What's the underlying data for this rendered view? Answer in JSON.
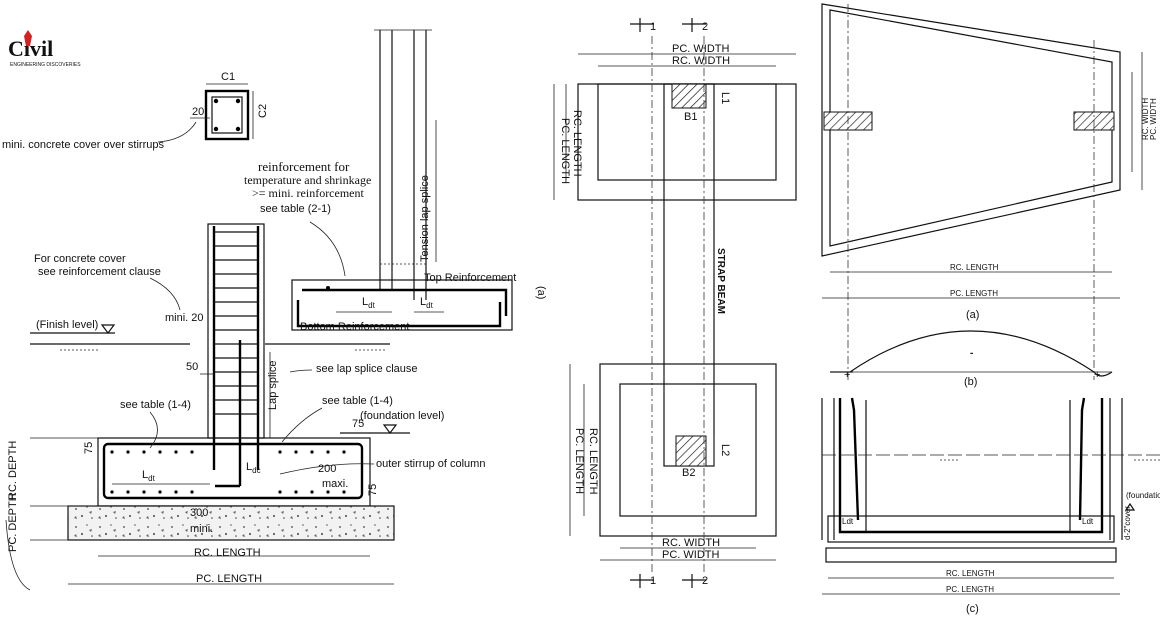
{
  "logo": {
    "text": "Civil",
    "tagline": "ENGINEERING DISCOVERIES",
    "accent_color": "#d32020"
  },
  "left_section": {
    "column_labels": {
      "c1": "C1",
      "c2": "C2",
      "cover_value": "20",
      "cover_note": "mini. concrete cover over stirrups"
    },
    "temp_shrinkage_note": [
      "reinforcement for",
      "temperature and shrinkage",
      ">= mini. reinforcement",
      "see table (2-1)"
    ],
    "cover_clause_note": [
      "For concrete cover",
      "see reinforcement clause"
    ],
    "finish_level": "(Finish level)",
    "mini_20": "mini. 20",
    "dim_50": "50",
    "lap_splice": "Lap splice",
    "see_lap_splice": "see lap splice clause",
    "see_table_left": "see table (1-4)",
    "see_table_right": "see table (1-4)",
    "foundation_level": "(foundation level)",
    "dim_75_top": "75",
    "dim_75_left": "75",
    "dim_75_right": "75",
    "outer_stirrup": "outer stirrup of column",
    "dim_200": "200",
    "maxi": "maxi.",
    "dim_300": "300",
    "mini": "mini.",
    "ldt": "L",
    "ldt_sub": "dt",
    "ldc_sub": "dc",
    "rc_depth": "RC. DEPTH",
    "pc_depth": "PC. DEPTH",
    "rc_length": "RC. LENGTH",
    "pc_length": "PC. LENGTH",
    "tension_lap_splice": "Tension lap splice",
    "top_reinforcement": "Top Reinforcement",
    "bottom_reinforcement": "Bottom Reinforcement"
  },
  "middle_section": {
    "section_mark_1": "1",
    "section_mark_2": "2",
    "pc_width": "PC. WIDTH",
    "rc_width": "RC. WIDTH",
    "rc_length": "RC. LENGTH",
    "pc_length": "PC. LENGTH",
    "l1": "L1",
    "b1": "B1",
    "l2": "L2",
    "b2": "B2",
    "strap_beam": "STRAP BEAM",
    "label_a": "(a)"
  },
  "right_section": {
    "rc_width": "RC. WIDTH",
    "pc_width": "PC. WIDTH",
    "rc_length_a": "RC. LENGTH",
    "pc_length_a": "PC. LENGTH",
    "label_a": "(a)",
    "minus": "-",
    "plus_left": "+",
    "plus_right": "+",
    "label_b": "(b)",
    "foundation": "(foundation",
    "cover": "d-2\"cover",
    "rc_length_c": "RC. LENGTH",
    "pc_length_c": "PC. LENGTH",
    "label_c": "(c)"
  }
}
